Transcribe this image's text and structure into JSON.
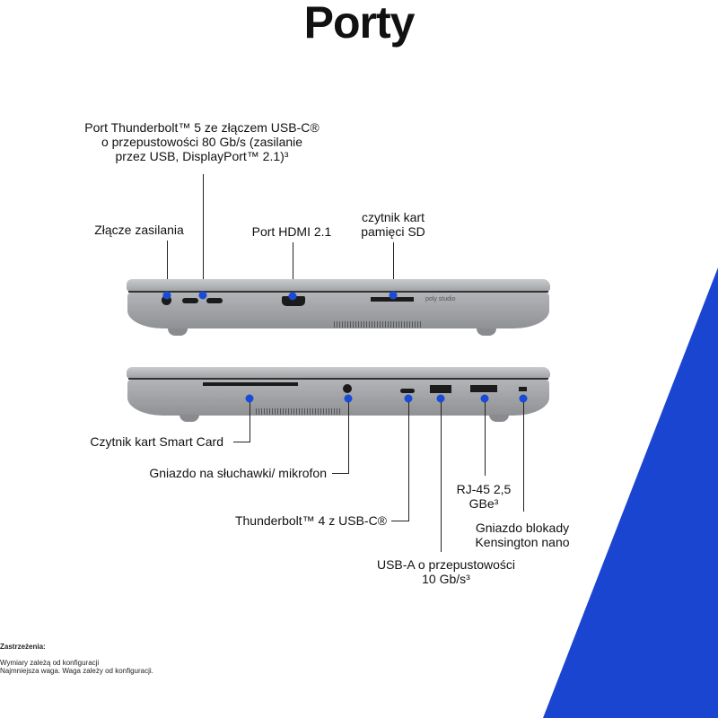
{
  "title": "Porty",
  "top_labels": {
    "power": "Złącze zasilania",
    "thunderbolt5": [
      "Port Thunderbolt™ 5 ze złączem USB-C®",
      "o przepustowości 80 Gb/s (zasilanie",
      "przez USB, DisplayPort™ 2.1)³"
    ],
    "hdmi": "Port HDMI 2.1",
    "sd": [
      "czytnik kart",
      "pamięci SD"
    ]
  },
  "bottom_labels": {
    "smartcard": "Czytnik kart Smart Card",
    "headphone": "Gniazdo na słuchawki/ mikrofon",
    "thunderbolt4": "Thunderbolt™ 4 z USB-C®",
    "usba": [
      "USB-A o przepustowości",
      "10 Gb/s³"
    ],
    "rj45": [
      "RJ-45 2,5",
      "GBe³"
    ],
    "kensington": [
      "Gniazdo blokady",
      "Kensington nano"
    ]
  },
  "brand_text": "poly studio",
  "disclaimer": {
    "heading": "Zastrzeżenia:",
    "lines": [
      "Wymiary zależą od konfiguracji",
      "Najmniejsza waga. Waga zależy od konfiguracji."
    ]
  },
  "colors": {
    "accent": "#1a4bd6"
  }
}
